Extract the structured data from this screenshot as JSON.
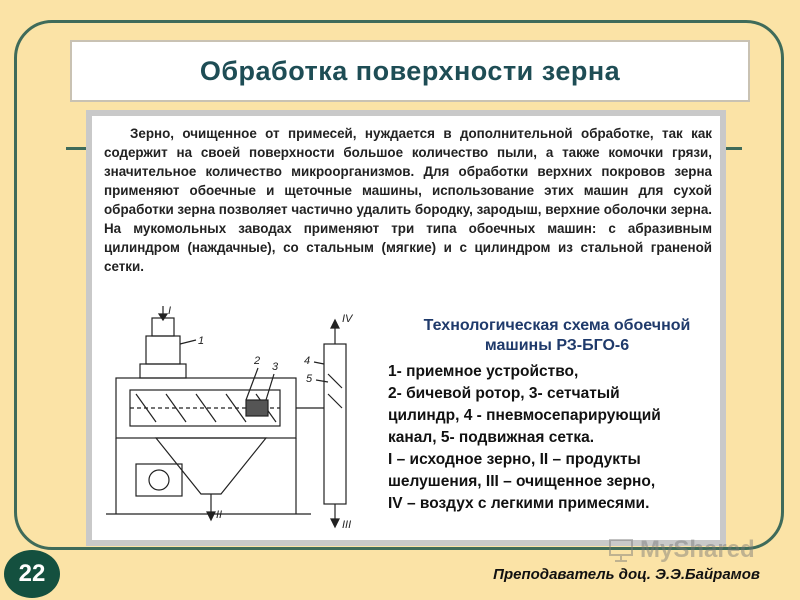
{
  "slide": {
    "title": "Обработка поверхности зерна",
    "paragraph": "Зерно, очищенное от примесей, нуждается в дополнительной обработке, так как содержит на своей поверхности большое количество пыли, а также комочки грязи, значительное количество микроорганизмов. Для обработки верхних покровов зерна применяют обоечные и щеточные машины, использование этих машин для сухой обработки зерна позволяет частично удалить бородку, зародыш, верхние оболочки зерна. На мукомольных заводах применяют три типа обоечных машин: с абразивным цилиндром (наждачные), со стальным (мягкие) и с цилиндром из стальной граненой сетки.",
    "caption_title": "Технологическая схема обоечной машины РЗ-БГО-6",
    "caption_lines": [
      "1- приемное устройство,",
      "2- бичевой ротор, 3- сетчатый",
      "цилиндр, 4 - пневмосепарирующий",
      "канал, 5- подвижная сетка.",
      "I – исходное зерно, II – продукты",
      "шелушения, III – очищенное зерно,",
      "IV – воздух с легкими примесями."
    ],
    "diagram_labels": {
      "in": "I",
      "out2": "II",
      "out3": "III",
      "air": "IV",
      "n1": "1",
      "n2": "2",
      "n3": "3",
      "n4": "4",
      "n5": "5"
    },
    "slide_number": "22",
    "footer": "Преподаватель доц. Э.Э.Байрамов",
    "watermark": "MyShared",
    "watermark_icon": "presentation-board-icon"
  }
}
